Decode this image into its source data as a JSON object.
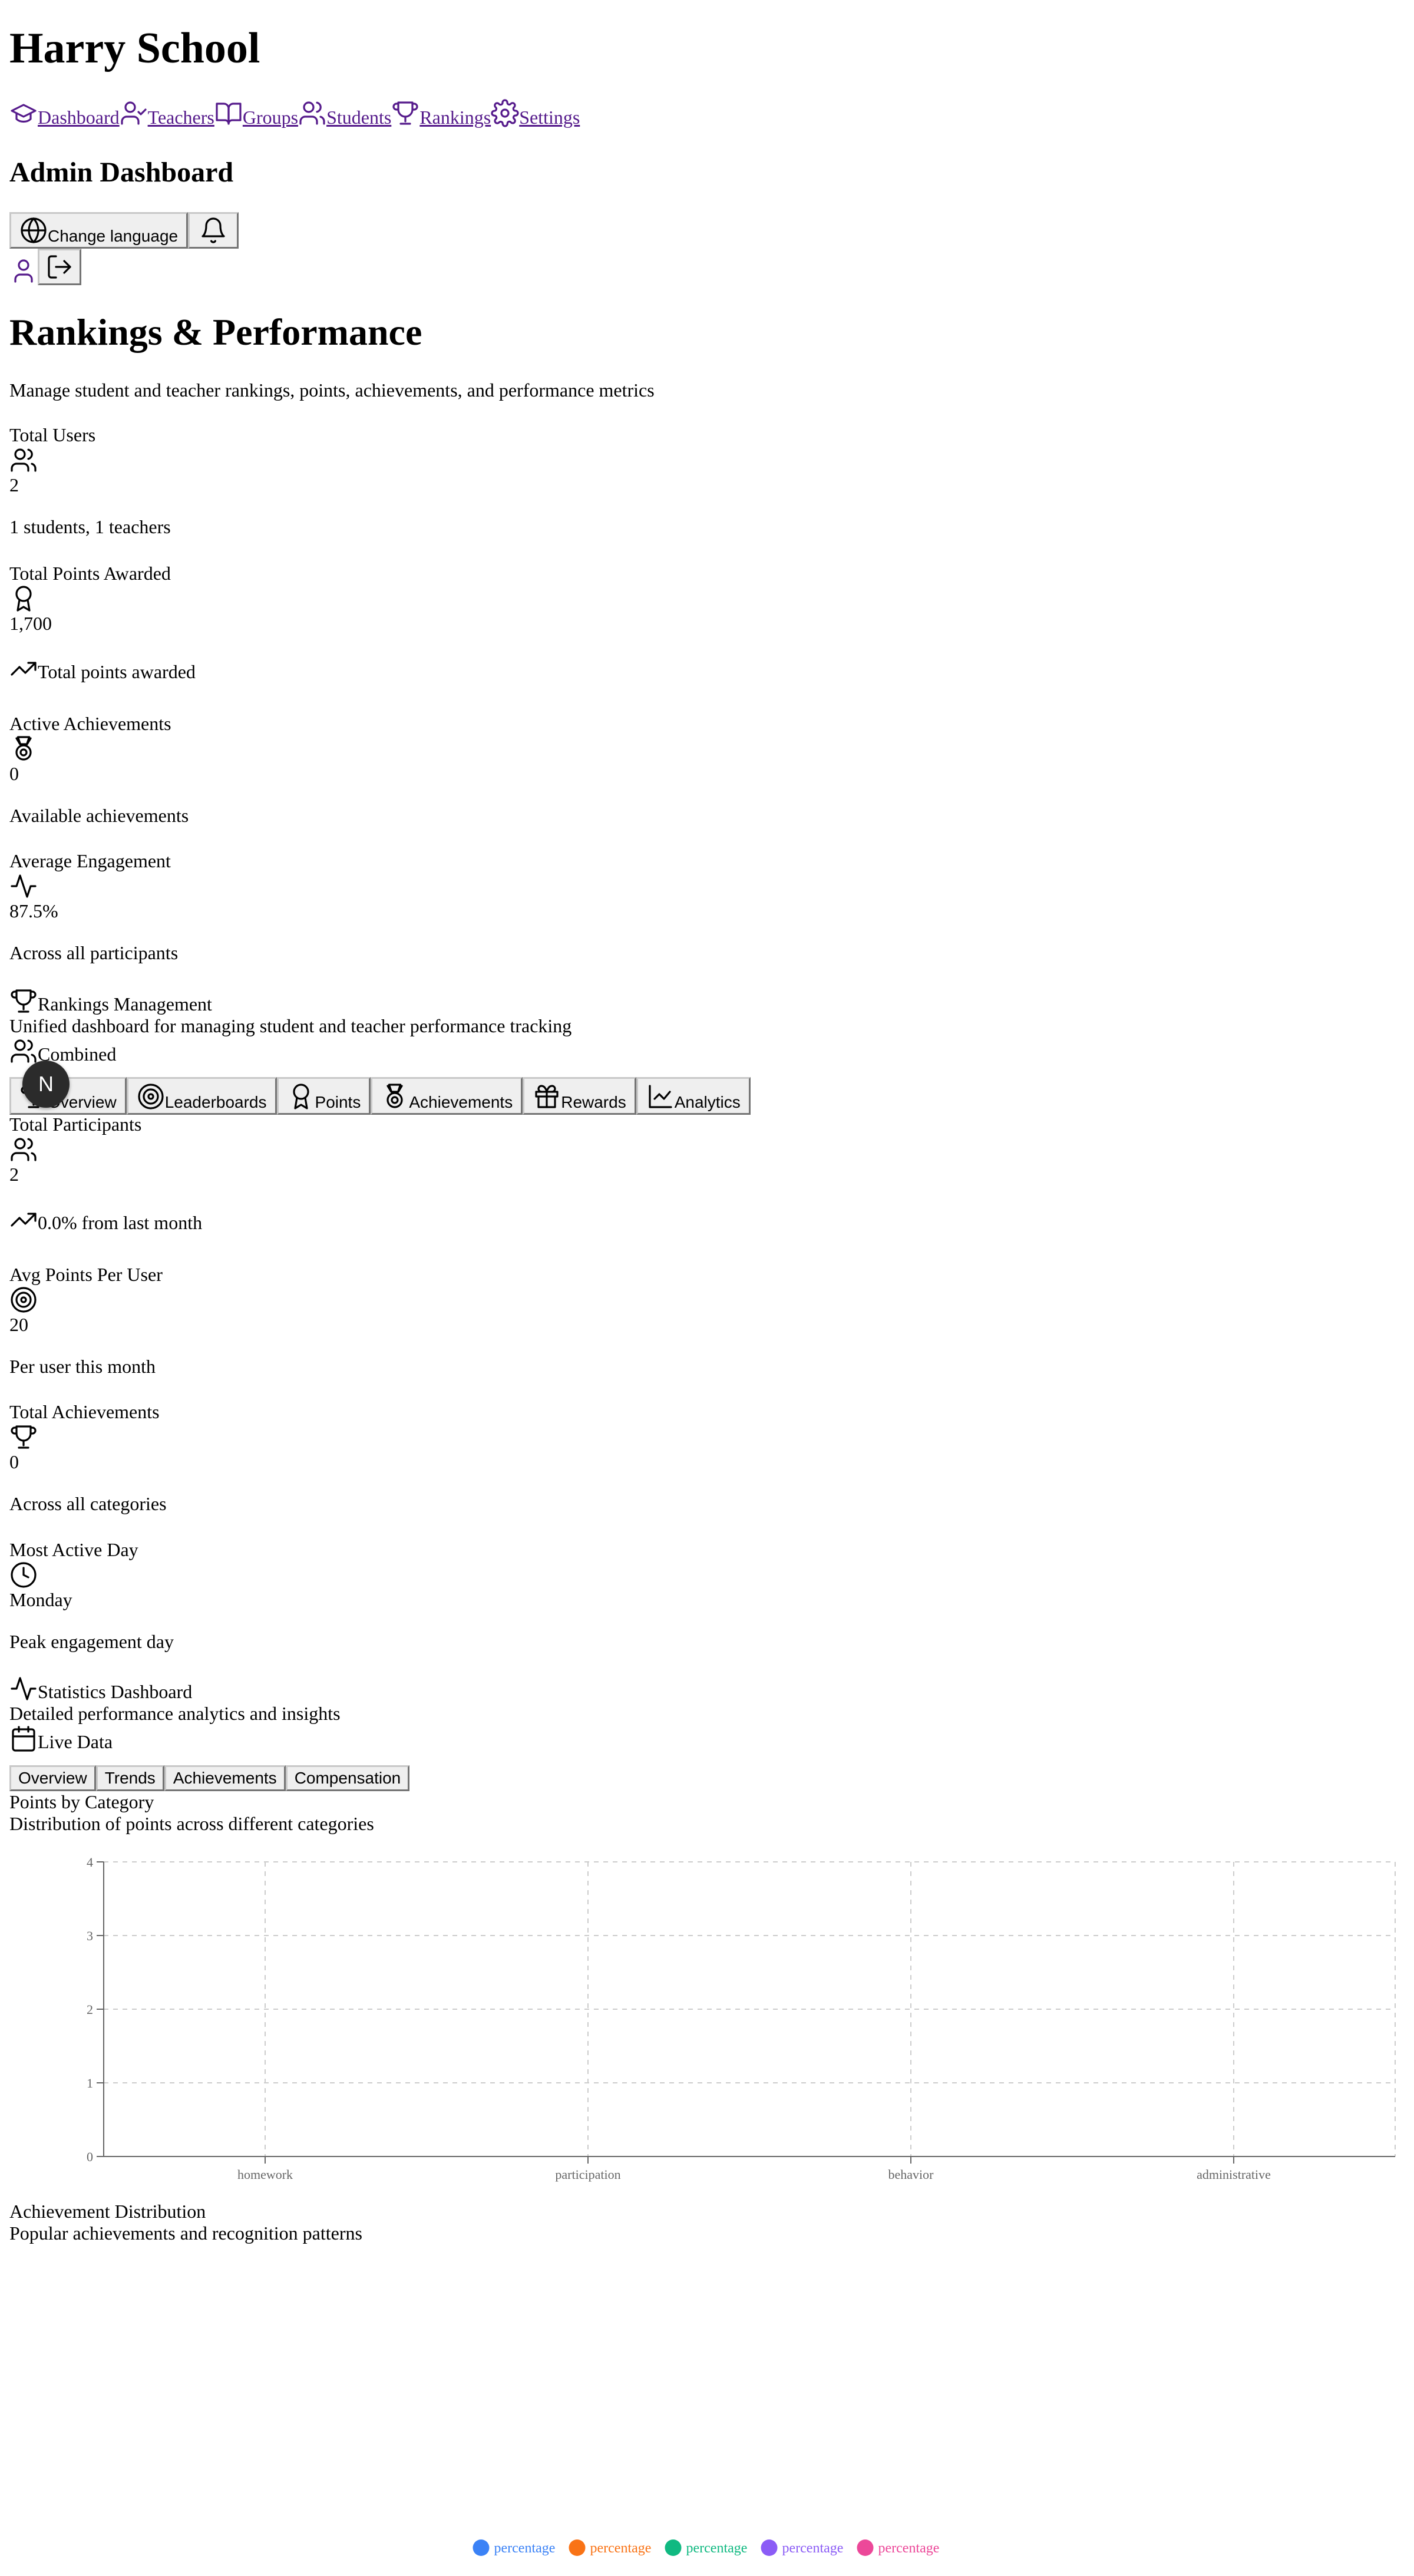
{
  "app": {
    "name": "Harry School"
  },
  "nav": {
    "items": [
      {
        "label": "Dashboard",
        "icon": "graduation-cap-icon"
      },
      {
        "label": "Teachers",
        "icon": "user-check-icon"
      },
      {
        "label": "Groups",
        "icon": "book-open-icon"
      },
      {
        "label": "Students",
        "icon": "users-icon"
      },
      {
        "label": "Rankings",
        "icon": "trophy-icon"
      },
      {
        "label": "Settings",
        "icon": "gear-icon"
      }
    ]
  },
  "header": {
    "title": "Admin Dashboard",
    "change_language": "Change language"
  },
  "fab": {
    "initial": "N"
  },
  "page": {
    "title": "Rankings & Performance",
    "subtitle": "Manage student and teacher rankings, points, achievements, and performance metrics"
  },
  "stats": [
    {
      "label": "Total Users",
      "icon": "users-icon",
      "value": "2",
      "note": "1 students, 1 teachers"
    },
    {
      "label": "Total Points Awarded",
      "icon": "award-icon",
      "value": "1,700",
      "note": "Total points awarded",
      "note_icon": "trending-up-icon"
    },
    {
      "label": "Active Achievements",
      "icon": "medal-icon",
      "value": "0",
      "note": "Available achievements"
    },
    {
      "label": "Average Engagement",
      "icon": "activity-icon",
      "value": "87.5%",
      "note": "Across all participants"
    }
  ],
  "management": {
    "title": "Rankings Management",
    "subtitle": "Unified dashboard for managing student and teacher performance tracking",
    "scope": "Combined",
    "tabs": [
      "Overview",
      "Leaderboards",
      "Points",
      "Achievements",
      "Rewards",
      "Analytics"
    ]
  },
  "overview_stats": [
    {
      "label": "Total Participants",
      "icon": "users-icon",
      "value": "2",
      "note": "0.0% from last month",
      "note_icon": "trending-up-icon"
    },
    {
      "label": "Avg Points Per User",
      "icon": "target-icon",
      "value": "20",
      "note": "Per user this month"
    },
    {
      "label": "Total Achievements",
      "icon": "trophy-icon",
      "value": "0",
      "note": "Across all categories"
    },
    {
      "label": "Most Active Day",
      "icon": "clock-icon",
      "value": "Monday",
      "note": "Peak engagement day"
    }
  ],
  "statistics": {
    "title": "Statistics Dashboard",
    "subtitle": "Detailed performance analytics and insights",
    "live": "Live Data",
    "tabs": [
      "Overview",
      "Trends",
      "Achievements",
      "Compensation"
    ],
    "points_title": "Points by Category",
    "points_subtitle": "Distribution of points across different categories",
    "achievement_title": "Achievement Distribution",
    "achievement_subtitle": "Popular achievements and recognition patterns"
  },
  "chart_data": [
    {
      "type": "bar",
      "categories": [
        "homework",
        "participation",
        "behavior",
        "administrative"
      ],
      "values": [
        0,
        0,
        0,
        0
      ],
      "ylim": [
        0,
        4
      ],
      "yticks": [
        "0",
        "1",
        "2",
        "3",
        "4"
      ],
      "grid": true,
      "xlabel": "",
      "ylabel": ""
    },
    {
      "type": "pie",
      "legend": [
        {
          "label": "percentage",
          "color": "#3b82f6"
        },
        {
          "label": "percentage",
          "color": "#f97316"
        },
        {
          "label": "percentage",
          "color": "#10b981"
        },
        {
          "label": "percentage",
          "color": "#8b5cf6"
        },
        {
          "label": "percentage",
          "color": "#ec4899"
        }
      ],
      "legend_position": "bottom"
    }
  ]
}
